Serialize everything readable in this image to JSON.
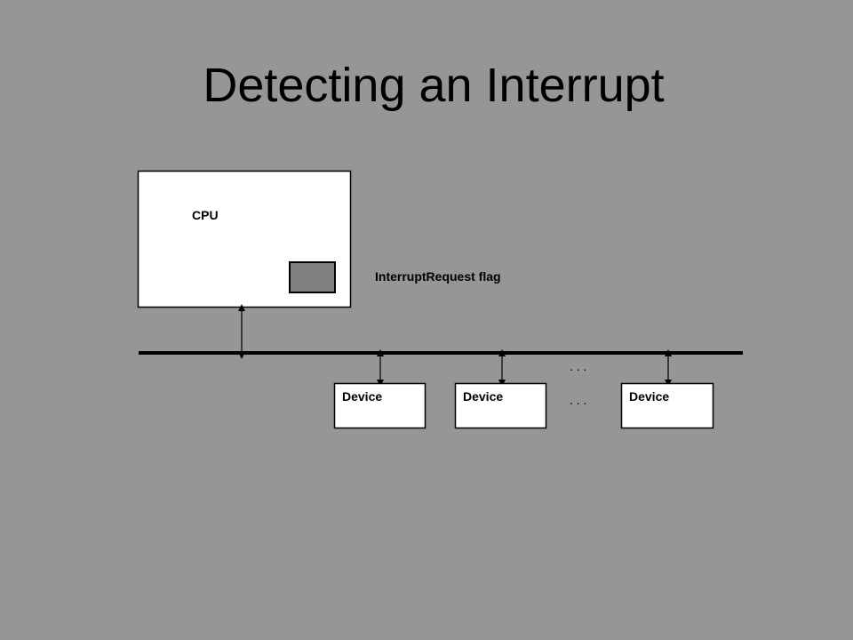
{
  "slide": {
    "title": "Detecting an Interrupt",
    "background_color": "#969696"
  },
  "diagram": {
    "cpu": {
      "label": "CPU",
      "fill_color": "#ffffff",
      "flag": {
        "label": "InterruptRequest flag",
        "fill_color": "#808080"
      }
    },
    "bus": {
      "color": "#000000"
    },
    "devices": [
      {
        "label": "Device"
      },
      {
        "label": "Device"
      },
      {
        "label": "Device"
      }
    ],
    "ellipsis": [
      ". . .",
      ". . ."
    ]
  }
}
